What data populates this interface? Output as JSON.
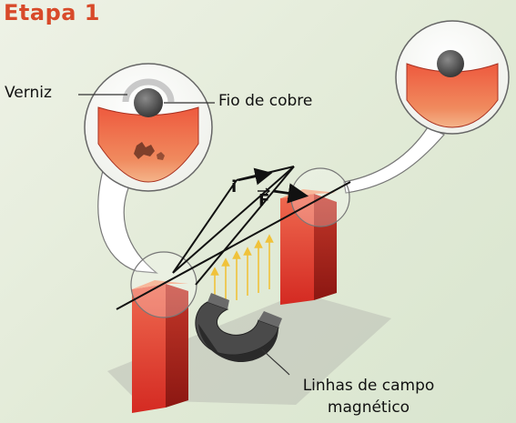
{
  "title": "Etapa 1",
  "labels": {
    "varnish": "Verniz",
    "copper_wire": "Fio de cobre",
    "current": "i",
    "force": "F",
    "field_lines_line1": "Linhas de campo",
    "field_lines_line2": "magnético"
  },
  "colors": {
    "title": "#d84a2a",
    "pillar_front": "#e23a2c",
    "pillar_side": "#9e1c16",
    "pillar_top": "#f38a6a",
    "wire": "#111111",
    "field_arrows": "#f0c23a",
    "magnet": "#3a3a3a"
  },
  "icons": {
    "magnet": "horseshoe-magnet-icon",
    "wire_cross_section": "wire-cross-section-icon"
  }
}
